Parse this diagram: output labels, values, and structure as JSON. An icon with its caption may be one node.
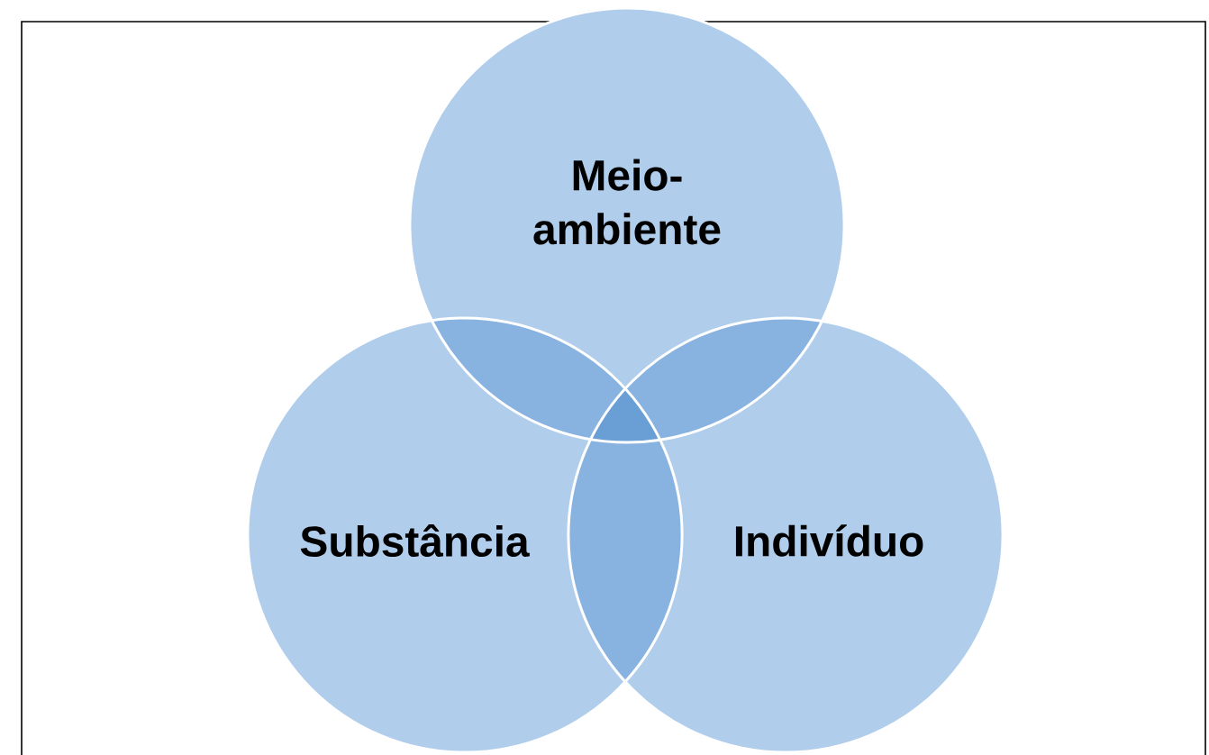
{
  "diagram": {
    "nodes": [
      {
        "text": [
          "Meio- ambiente"
        ]
      },
      {
        "text": [
          "Substância"
        ]
      },
      {
        "text": [
          "Indivíduo"
        ]
      }
    ]
  }
}
